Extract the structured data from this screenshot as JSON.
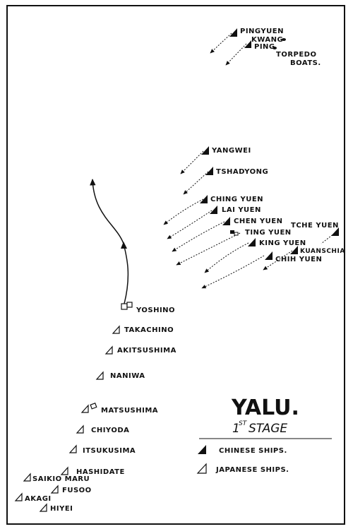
{
  "title": "YALU.",
  "stage": {
    "ordinal": "1",
    "suffix": "ST",
    "label": "STAGE"
  },
  "legend": {
    "chinese": "CHINESE SHIPS.",
    "japanese": "JAPANESE SHIPS."
  },
  "chinese_ships": [
    {
      "name": "PINGYUEN"
    },
    {
      "name": "KWANG"
    },
    {
      "name": "PING"
    },
    {
      "name": "TORPEDO"
    },
    {
      "name": "BOATS."
    },
    {
      "name": "YANGWEI"
    },
    {
      "name": "TSHADYONG"
    },
    {
      "name": "CHING YUEN"
    },
    {
      "name": "LAI YUEN"
    },
    {
      "name": "CHEN YUEN"
    },
    {
      "name": "TING YUEN"
    },
    {
      "name": "TCHE YUEN"
    },
    {
      "name": "KING YUEN"
    },
    {
      "name": "KUANSCHIA"
    },
    {
      "name": "CHIH YUEN"
    }
  ],
  "japanese_ships": [
    {
      "name": "YOSHINO"
    },
    {
      "name": "TAKACHINO"
    },
    {
      "name": "AKITSUSHIMA"
    },
    {
      "name": "NANIWA"
    },
    {
      "name": "MATSUSHIMA"
    },
    {
      "name": "CHIYODA"
    },
    {
      "name": "ITSUKUSIMA"
    },
    {
      "name": "HASHIDATE"
    },
    {
      "name": "SAIKIO MARU"
    },
    {
      "name": "FUSOO"
    },
    {
      "name": "AKAGI"
    },
    {
      "name": "HIYEI"
    }
  ]
}
